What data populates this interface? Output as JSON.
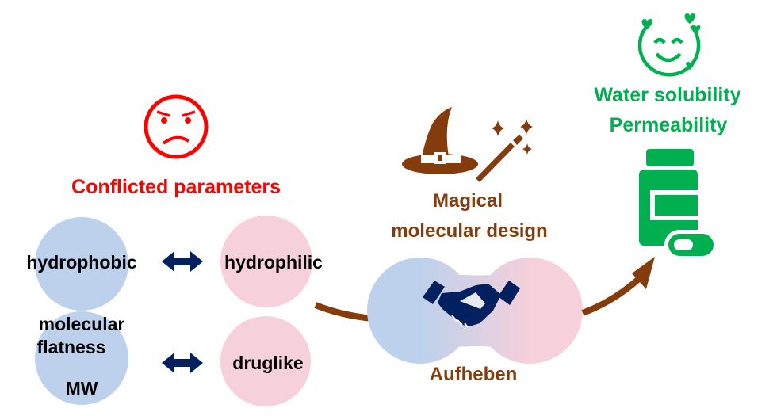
{
  "colors": {
    "conflict": "#FF0000",
    "magic": "#843C0C",
    "success": "#00B050",
    "navy": "#002060",
    "blue_circle": "#BDD1EC",
    "pink_circle": "#F6D0DA"
  },
  "conflict": {
    "icon": "sad-face-icon",
    "title": "Conflicted parameters",
    "pairs": [
      {
        "left": "hydrophobic",
        "right": "hydrophilic"
      },
      {
        "left_lines": [
          "molecular",
          "flatness",
          "MW"
        ],
        "right": "druglike"
      }
    ]
  },
  "magic": {
    "icons": [
      "witch-hat-icon",
      "magic-wand-icon"
    ],
    "title_line1": "Magical",
    "title_line2": "molecular design"
  },
  "aufheben": {
    "icon": "handshake-icon",
    "label": "Aufheben"
  },
  "result": {
    "icons": [
      "smiley-hearts-icon",
      "medicine-bottle-icon"
    ],
    "line1": "Water solubility",
    "line2": "Permeability"
  }
}
